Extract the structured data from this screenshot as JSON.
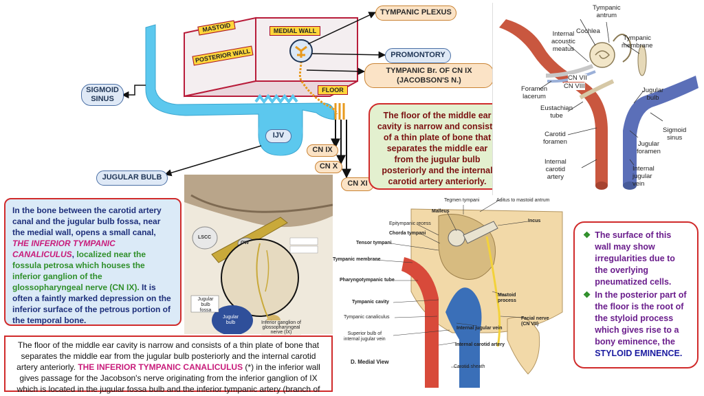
{
  "top_diagram": {
    "mastoid": "MASTOID",
    "medial_wall": "MEDIAL WALL",
    "posterior_wall": "POSTERIOR WALL",
    "floor": "FLOOR",
    "tympanic_plexus": "TYMPANIC PLEXUS",
    "promontory": "PROMONTORY",
    "tympanic_branch_line1": "TYMPANIC Br. OF CN IX",
    "tympanic_branch_line2": "(JACOBSON'S N.)",
    "sigmoid_line1": "SIGMOID",
    "sigmoid_line2": "SINUS",
    "ijv": "IJV",
    "jugular_bulb": "JUGULAR BULB",
    "cn_ix": "CN IX",
    "cn_x": "CN X",
    "cn_xi": "CN XI"
  },
  "green_box": {
    "text": "The floor of the middle ear cavity is narrow and consists of a thin plate of bone that separates the middle ear from the jugular bulb posteriorly and the internal carotid artery anteriorly."
  },
  "right_diagram": {
    "tympanic_antrum_l1": "Tympanic",
    "tympanic_antrum_l2": "antrum",
    "cochlea": "Cochlea",
    "tympanic_membrane_l1": "Tympanic",
    "tympanic_membrane_l2": "membrane",
    "internal_acoustic_l1": "Internal",
    "internal_acoustic_l2": "acoustic",
    "internal_acoustic_l3": "meatus",
    "cn_vii": "CN VII",
    "cn_viii": "CN VIII",
    "foramen_lacerum_l1": "Foramen",
    "foramen_lacerum_l2": "lacerum",
    "eustachian_l1": "Eustachian",
    "eustachian_l2": "tube",
    "jugular_bulb_l1": "Jugular",
    "jugular_bulb_l2": "bulb",
    "carotid_foramen_l1": "Carotid",
    "carotid_foramen_l2": "foramen",
    "sigmoid_l1": "Sigmoid",
    "sigmoid_l2": "sinus",
    "jugular_foramen_l1": "Jugular",
    "jugular_foramen_l2": "foramen",
    "internal_carotid_l1": "Internal",
    "internal_carotid_l2": "carotid",
    "internal_carotid_l3": "artery",
    "internal_jugular_l1": "Internal",
    "internal_jugular_l2": "jugular",
    "internal_jugular_l3": "vein"
  },
  "left_blue_box": {
    "part1": "In the bone between the carotid artery canal and the jugular bulb fossa, near the medial wall, opens a small canal, ",
    "part2": "THE INFERIOR TYMPANIC CANALICULUS",
    "part3": ", ",
    "part4": "localized near the fossula petrosa which houses the inferior ganglion of the glossopharyngeal nerve (CN IX).",
    "part5": " It is often a faintly marked depression on the inferior surface of the petrous portion of the temporal bone."
  },
  "middle_diagram": {
    "lscc": "LSCC",
    "ow": "OW",
    "jugular_bulb_fossa_l1": "Jugular bulb",
    "jugular_bulb_fossa_l2": "fossa",
    "jugular_l1": "Jugular",
    "jugular_l2": "bulb",
    "ganglion_l1": "Inferior ganglion of",
    "ganglion_l2": "glossopharyngeal",
    "ganglion_l3": "nerve (IX)"
  },
  "medial_view": {
    "tegmen": "Tegmen tympani",
    "aditus": "Aditus to mastoid antrum",
    "malleus": "Malleus",
    "incus": "Incus",
    "epitympanic": "Epitympanic recess",
    "chorda": "Chorda tympani",
    "tensor": "Tensor tympani",
    "tympanic_membrane": "Tympanic membrane",
    "pharyngotympanic": "Pharyngotympanic tube",
    "mastoid_process_l1": "Mastoid",
    "mastoid_process_l2": "process",
    "tympanic_cavity": "Tympanic cavity",
    "tympanic_canaliculus": "Tympanic canaliculus",
    "facial_nerve_l1": "Facial nerve",
    "facial_nerve_l2": "(CN VII)",
    "superior_bulb_l1": "Superior bulb of",
    "superior_bulb_l2": "internal jugular vein",
    "internal_jugular_vein": "Internal jugular vein",
    "internal_carotid_artery": "Internal carotid artery",
    "view_label": "D. Medial View",
    "carotid_sheath": "Carotid sheath"
  },
  "purple_box": {
    "bullet1": "The surface of this wall may show irregularities due to the overlying pneumatized cells.",
    "bullet2_part1": "In the posterior part of the floor is the root of the styloid process which gives rise to a bony eminence, the ",
    "bullet2_part2": "STYLOID EMINENCE."
  },
  "bottom_box": {
    "part1": "The floor of the middle ear cavity is narrow and consists of a thin plate of bone that separates the middle ear from the jugular bulb posteriorly and the internal carotid artery anteriorly. ",
    "part2": "THE INFERIOR TYMPANIC CANALICULUS",
    "part3": " (*) in the inferior wall gives passage for the Jacobson's nerve originating from the inferior ganglion of IX which is located in the jugular fossa bulb and the inferior tympanic artery (branch of the ascending pharyngeal artery)."
  },
  "colors": {
    "frame_red": "#d02a2a",
    "jugular_blue": "#5cc8ee",
    "nerve_orange": "#e89a1c",
    "artery_red": "#c9573f",
    "vein_blue": "#5b6fb8"
  }
}
